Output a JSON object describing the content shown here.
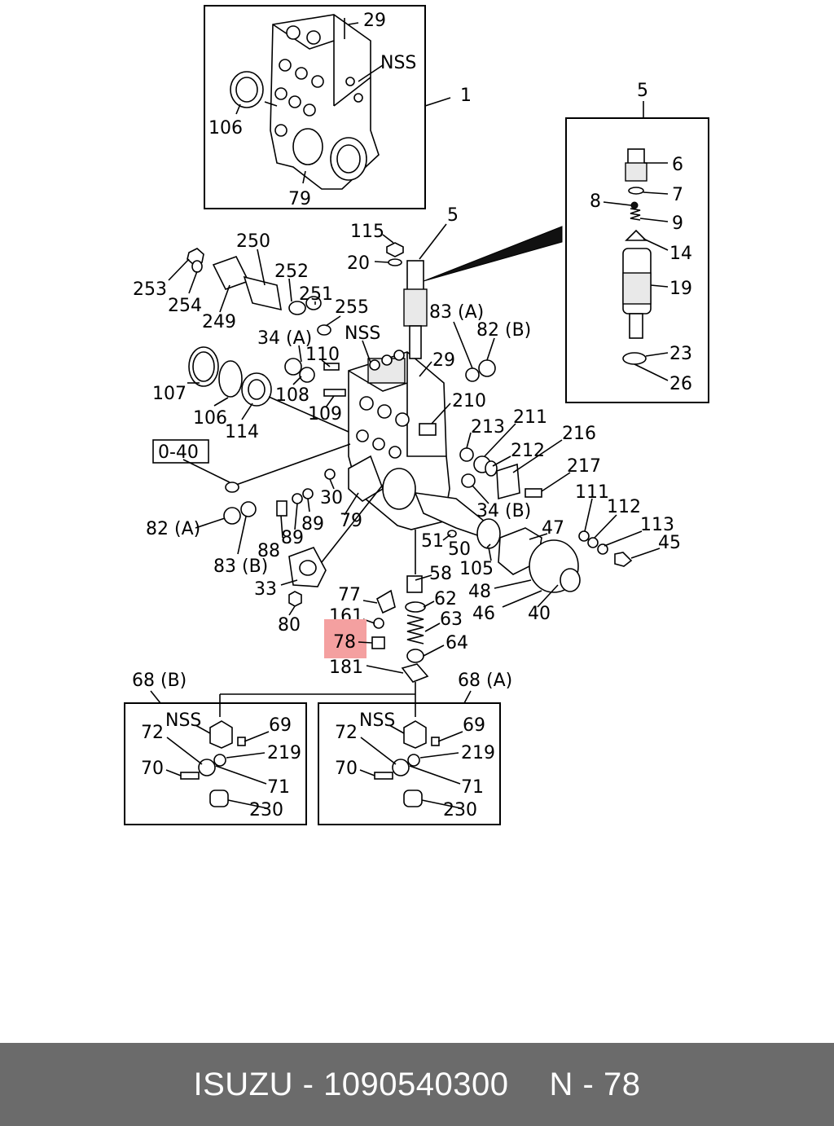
{
  "footer": {
    "brand": "ISUZU",
    "separator": "-",
    "part_number": "1090540300",
    "ref_prefix": "N",
    "ref_number": "78"
  },
  "highlight": {
    "label": "78",
    "color": "#f4a0a0"
  },
  "callouts": {
    "top_1": "1",
    "top_29": "29",
    "top_nss": "NSS",
    "top_106": "106",
    "top_79": "79",
    "inset_5": "5",
    "inset_6": "6",
    "inset_7": "7",
    "inset_8": "8",
    "inset_9": "9",
    "inset_14": "14",
    "inset_19": "19",
    "inset_23": "23",
    "inset_26": "26",
    "m_115": "115",
    "m_5": "5",
    "m_20": "20",
    "m_250": "250",
    "m_253": "253",
    "m_254": "254",
    "m_249": "249",
    "m_252": "252",
    "m_251": "251",
    "m_255": "255",
    "m_83a": "83 (A)",
    "m_82b": "82 (B)",
    "m_34a": "34 (A)",
    "m_nss": "NSS",
    "m_110": "110",
    "m_29": "29",
    "m_107": "107",
    "m_106": "106",
    "m_114": "114",
    "m_108": "108",
    "m_109": "109",
    "m_210": "210",
    "m_ref": "0-40",
    "m_213": "213",
    "m_211": "211",
    "m_216": "216",
    "m_212": "212",
    "m_217": "217",
    "m_30": "30",
    "m_34b": "34 (B)",
    "m_82a": "82 (A)",
    "m_88": "88",
    "m_89a": "89",
    "m_89b": "89",
    "m_79": "79",
    "m_83b": "83 (B)",
    "m_111": "111",
    "m_112": "112",
    "m_113": "113",
    "m_47": "47",
    "m_45": "45",
    "m_51": "51",
    "m_50": "50",
    "m_105": "105",
    "m_33": "33",
    "m_58": "58",
    "m_48": "48",
    "m_46": "46",
    "m_40": "40",
    "m_77": "77",
    "m_62": "62",
    "m_161": "161",
    "m_80": "80",
    "m_63": "63",
    "m_64": "64",
    "m_181": "181",
    "b_68b": "68 (B)",
    "b_68a": "68 (A)",
    "bl_nss": "NSS",
    "bl_69": "69",
    "bl_72": "72",
    "bl_219": "219",
    "bl_70": "70",
    "bl_71": "71",
    "bl_230": "230",
    "br_nss": "NSS",
    "br_69": "69",
    "br_72": "72",
    "br_219": "219",
    "br_70": "70",
    "br_71": "71",
    "br_230": "230"
  }
}
